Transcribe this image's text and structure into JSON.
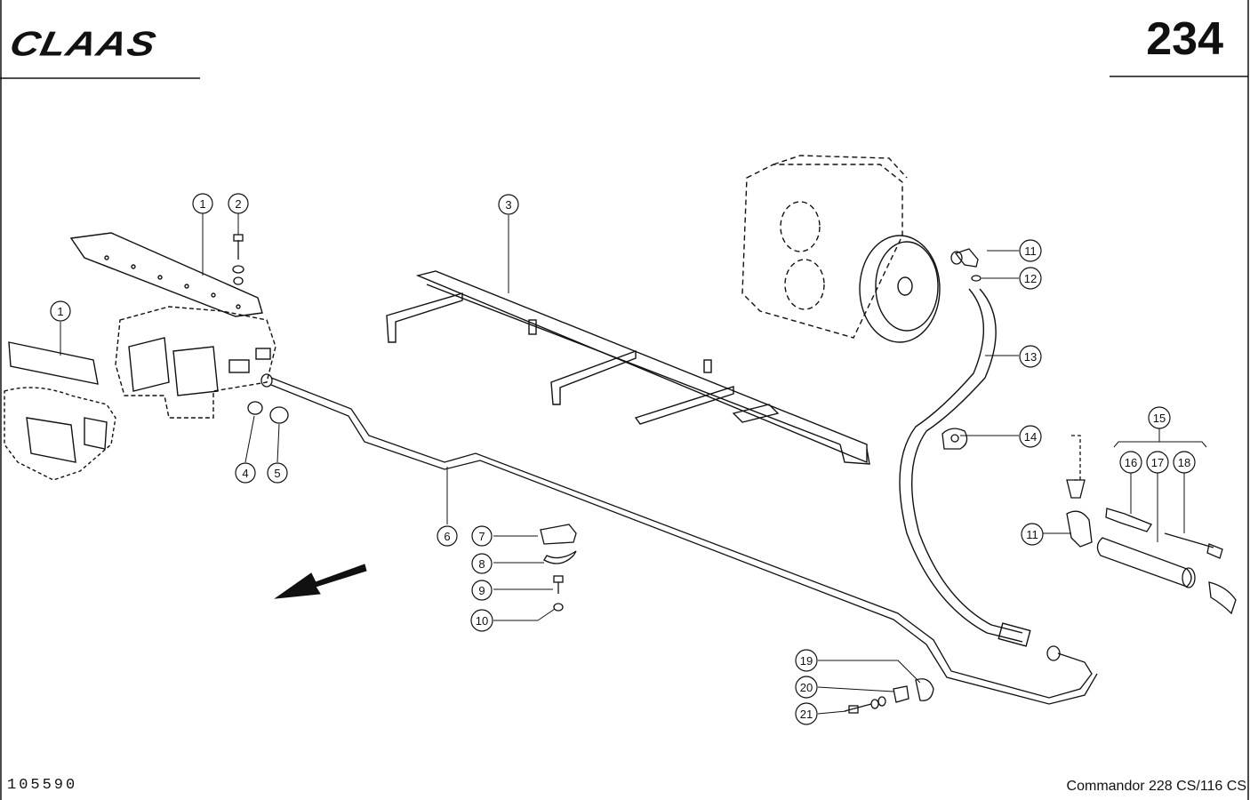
{
  "header": {
    "brand": "CLAAS",
    "page_number": "234"
  },
  "footer": {
    "document_number": "105590",
    "model": "Commandor 228 CS/116 CS"
  },
  "callouts": [
    {
      "id": "c1a",
      "label": "1"
    },
    {
      "id": "c1b",
      "label": "1"
    },
    {
      "id": "c2",
      "label": "2"
    },
    {
      "id": "c3",
      "label": "3"
    },
    {
      "id": "c4",
      "label": "4"
    },
    {
      "id": "c5",
      "label": "5"
    },
    {
      "id": "c6",
      "label": "6"
    },
    {
      "id": "c7",
      "label": "7"
    },
    {
      "id": "c8",
      "label": "8"
    },
    {
      "id": "c9",
      "label": "9"
    },
    {
      "id": "c10",
      "label": "10"
    },
    {
      "id": "c11a",
      "label": "11"
    },
    {
      "id": "c12",
      "label": "12"
    },
    {
      "id": "c13",
      "label": "13"
    },
    {
      "id": "c14",
      "label": "14"
    },
    {
      "id": "c15",
      "label": "15"
    },
    {
      "id": "c16",
      "label": "16"
    },
    {
      "id": "c17",
      "label": "17"
    },
    {
      "id": "c18",
      "label": "18"
    },
    {
      "id": "c11b",
      "label": "11"
    },
    {
      "id": "c19",
      "label": "19"
    },
    {
      "id": "c20",
      "label": "20"
    },
    {
      "id": "c21",
      "label": "21"
    }
  ]
}
